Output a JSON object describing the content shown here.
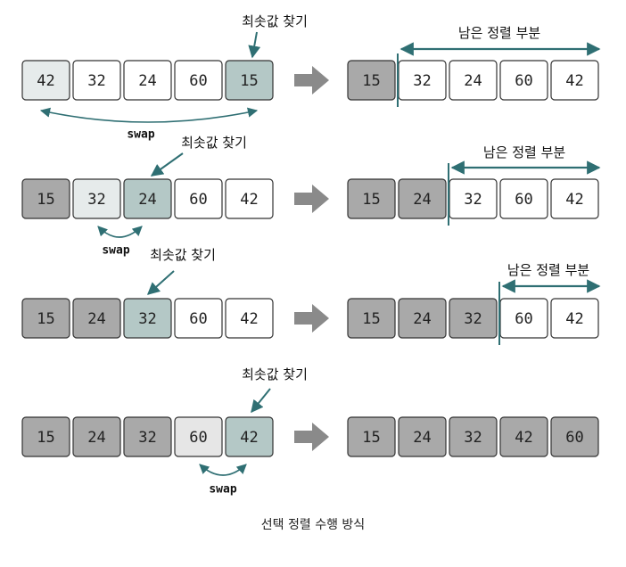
{
  "caption": "선택 정렬 수행 방식",
  "colors": {
    "sorted": "#a9a9a9",
    "min": "#b4c8c6",
    "current": "#e6ebeb",
    "current_last": "#e6e6e6",
    "unsorted": "#ffffff",
    "arrow": "#2f6f73",
    "big_arrow": "#8a8a8a"
  },
  "labels": {
    "find_min": "최솟값 찾기",
    "remaining": "남은 정렬 부분",
    "swap": "swap"
  },
  "rows": [
    {
      "before": [
        {
          "v": "42",
          "s": "current"
        },
        {
          "v": "32",
          "s": "unsorted"
        },
        {
          "v": "24",
          "s": "unsorted"
        },
        {
          "v": "60",
          "s": "unsorted"
        },
        {
          "v": "15",
          "s": "min"
        }
      ],
      "after": [
        {
          "v": "15",
          "s": "sorted"
        },
        {
          "v": "32",
          "s": "unsorted"
        },
        {
          "v": "24",
          "s": "unsorted"
        },
        {
          "v": "60",
          "s": "unsorted"
        },
        {
          "v": "42",
          "s": "unsorted"
        }
      ]
    },
    {
      "before": [
        {
          "v": "15",
          "s": "sorted"
        },
        {
          "v": "32",
          "s": "current"
        },
        {
          "v": "24",
          "s": "min"
        },
        {
          "v": "60",
          "s": "unsorted"
        },
        {
          "v": "42",
          "s": "unsorted"
        }
      ],
      "after": [
        {
          "v": "15",
          "s": "sorted"
        },
        {
          "v": "24",
          "s": "sorted"
        },
        {
          "v": "32",
          "s": "unsorted"
        },
        {
          "v": "60",
          "s": "unsorted"
        },
        {
          "v": "42",
          "s": "unsorted"
        }
      ]
    },
    {
      "before": [
        {
          "v": "15",
          "s": "sorted"
        },
        {
          "v": "24",
          "s": "sorted"
        },
        {
          "v": "32",
          "s": "min"
        },
        {
          "v": "60",
          "s": "unsorted"
        },
        {
          "v": "42",
          "s": "unsorted"
        }
      ],
      "after": [
        {
          "v": "15",
          "s": "sorted"
        },
        {
          "v": "24",
          "s": "sorted"
        },
        {
          "v": "32",
          "s": "sorted"
        },
        {
          "v": "60",
          "s": "unsorted"
        },
        {
          "v": "42",
          "s": "unsorted"
        }
      ]
    },
    {
      "before": [
        {
          "v": "15",
          "s": "sorted"
        },
        {
          "v": "24",
          "s": "sorted"
        },
        {
          "v": "32",
          "s": "sorted"
        },
        {
          "v": "60",
          "s": "current_last"
        },
        {
          "v": "42",
          "s": "min"
        }
      ],
      "after": [
        {
          "v": "15",
          "s": "sorted"
        },
        {
          "v": "24",
          "s": "sorted"
        },
        {
          "v": "32",
          "s": "sorted"
        },
        {
          "v": "42",
          "s": "sorted"
        },
        {
          "v": "60",
          "s": "sorted"
        }
      ]
    }
  ]
}
